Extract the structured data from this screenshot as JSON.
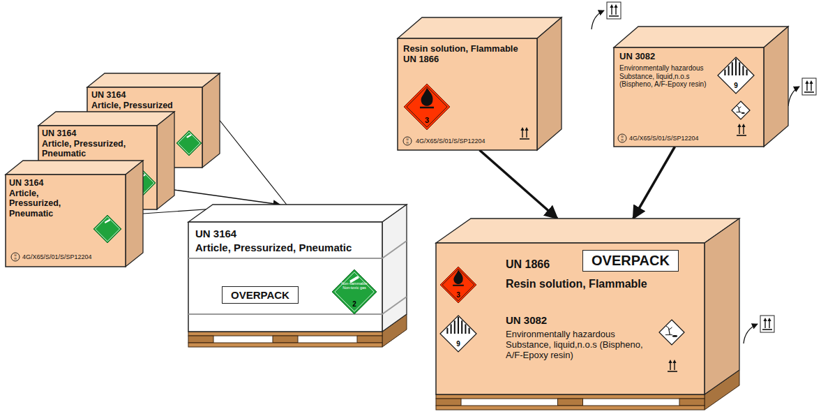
{
  "diagram": {
    "nodes": [
      {
        "text": [
          "UN 3164",
          "Article, Pressurized"
        ]
      },
      {
        "text": [
          "UN 3164",
          "Article, Pressurized, Pneumatic"
        ]
      },
      {
        "text": [
          "UN 3164",
          "Article, Pressurized, Pneumatic",
          "4G/X65/S/01/S/SP12204"
        ]
      },
      {
        "text": [
          "UN 3164",
          "Article, Pressurized, Pneumatic",
          "OVERPACK"
        ]
      },
      {
        "text": [
          "Resin solution, Flammable UN 1866",
          "4G/X65/S/01/S/SP12204"
        ]
      },
      {
        "text": [
          "UN 3082",
          "Environmentally hazardous Substance, liquid,n.o.s (Bispheno, A/F-Epoxy resin)",
          "4G/X65/S/01/S/SP12204"
        ]
      },
      {
        "text": [
          "UN 1866",
          "Resin solution, Flammable",
          "UN 3082",
          "Environmentally hazardous Substance, liquid,n.o.s (Bispheno, A/F-Epoxy resin)",
          "OVERPACK"
        ]
      }
    ],
    "edges": [
      {
        "from": 0,
        "to": 3,
        "arrow": "none"
      },
      {
        "from": 1,
        "to": 3,
        "arrow": "to"
      },
      {
        "from": 2,
        "to": 3,
        "arrow": "none"
      },
      {
        "from": 4,
        "to": 6,
        "arrow": "to"
      },
      {
        "from": 5,
        "to": 6,
        "arrow": "to"
      }
    ],
    "labels": [
      "2",
      "Non-flammable Non-toxic gas",
      "3",
      "9",
      "3",
      "9",
      "u n",
      "u n",
      "u n"
    ]
  }
}
